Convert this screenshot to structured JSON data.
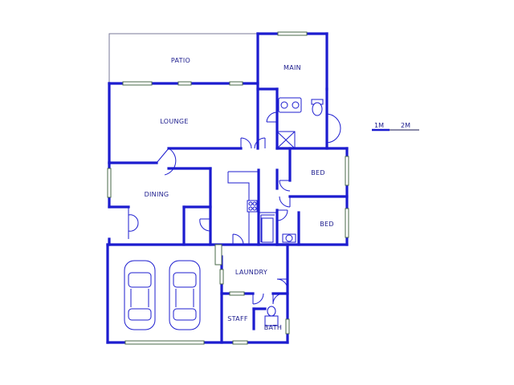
{
  "floorplan": {
    "rooms": [
      {
        "key": "patio",
        "label": "PATIO"
      },
      {
        "key": "main",
        "label": "MAIN"
      },
      {
        "key": "lounge",
        "label": "LOUNGE"
      },
      {
        "key": "bed1",
        "label": "BED"
      },
      {
        "key": "dining",
        "label": "DINING"
      },
      {
        "key": "bed2",
        "label": "BED"
      },
      {
        "key": "laundry",
        "label": "LAUNDRY"
      },
      {
        "key": "staff",
        "label": "STAFF"
      },
      {
        "key": "bath",
        "label": "BATH"
      }
    ],
    "scale": {
      "label_1": "1M",
      "label_2": "2M"
    },
    "colors": {
      "wall": "#1c1ccf",
      "text": "#1a1a8c",
      "window": "#4a6a4a",
      "outline": "#7a7a9a"
    }
  }
}
